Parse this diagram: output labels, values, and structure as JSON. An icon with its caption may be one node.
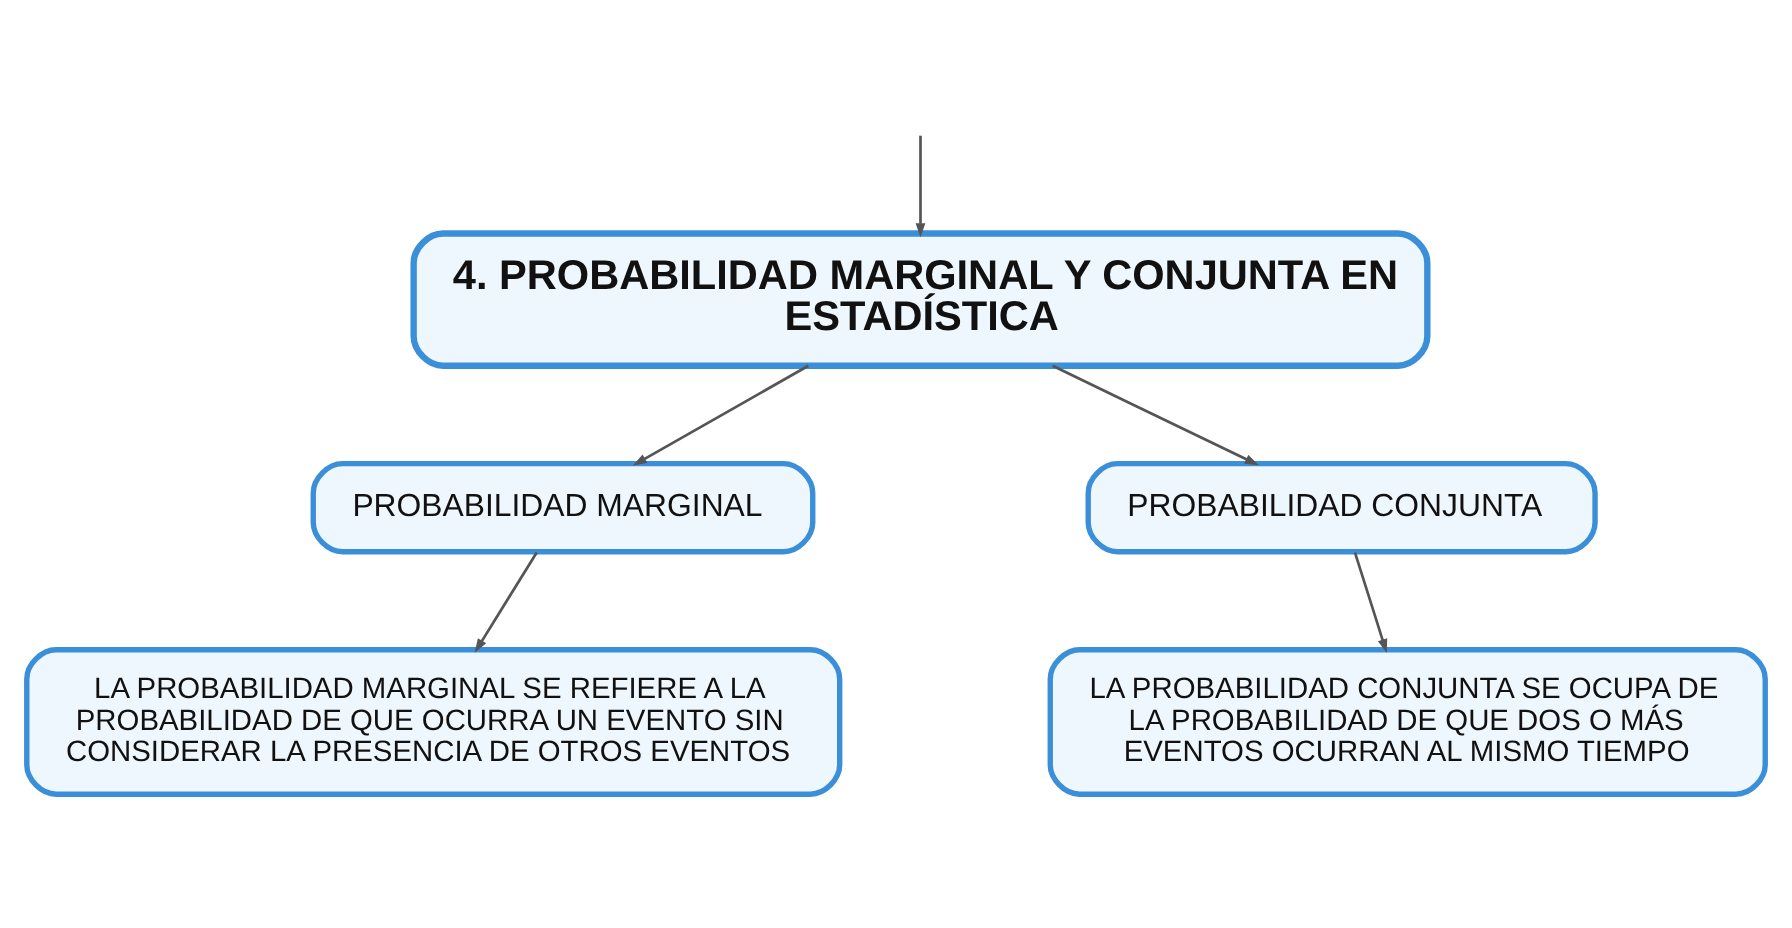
{
  "diagram": {
    "nodes": [
      {
        "text": [
          "4. PROBABILIDAD MARGINAL Y CONJUNTA EN ESTADÍSTICA"
        ]
      },
      {
        "text": [
          "PROBABILIDAD MARGINAL"
        ]
      },
      {
        "text": [
          "PROBABILIDAD CONJUNTA"
        ]
      },
      {
        "text": [
          "LA PROBABILIDAD MARGINAL SE REFIERE A LA PROBABILIDAD DE QUE OCURRA UN EVENTO SIN CONSIDERAR LA PRESENCIA DE OTROS EVENTOS"
        ]
      },
      {
        "text": [
          "LA PROBABILIDAD CONJUNTA SE OCUPA DE LA PROBABILIDAD DE QUE DOS O MÁS EVENTOS OCURRAN AL MISMO TIEMPO"
        ]
      }
    ],
    "edges": [
      {
        "from": null,
        "to": 0,
        "arrow": "to"
      },
      {
        "from": 0,
        "to": 1,
        "arrow": "to"
      },
      {
        "from": 0,
        "to": 2,
        "arrow": "to"
      },
      {
        "from": 1,
        "to": 3,
        "arrow": "to"
      },
      {
        "from": 2,
        "to": 4,
        "arrow": "to"
      }
    ]
  }
}
